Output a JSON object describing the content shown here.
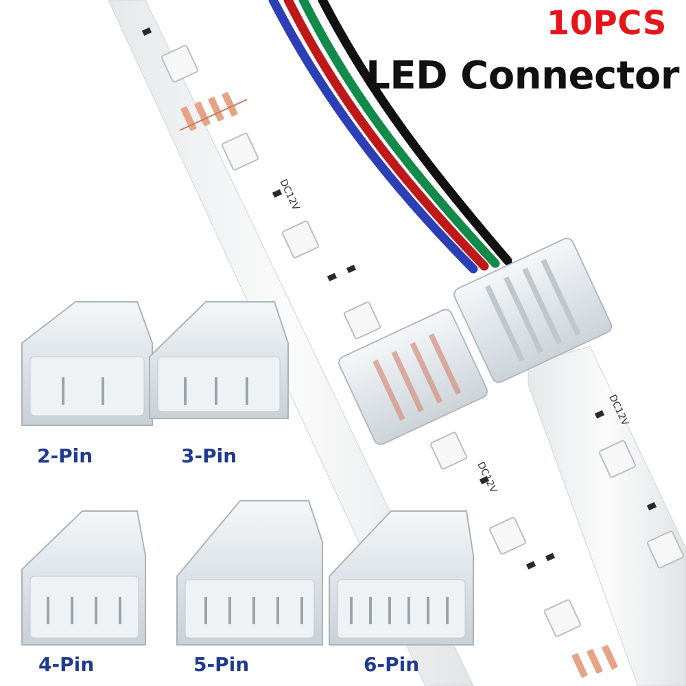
{
  "heading": {
    "count": "10PCS",
    "product": "LED Connector"
  },
  "strip_marking": {
    "voltage": "DC12V"
  },
  "wire_colors": [
    "#2c3fb5",
    "#c01818",
    "#128a4a",
    "#111111"
  ],
  "connectors": [
    {
      "label": "2-Pin",
      "pins": 2
    },
    {
      "label": "3-Pin",
      "pins": 3
    },
    {
      "label": "4-Pin",
      "pins": 4
    },
    {
      "label": "5-Pin",
      "pins": 5
    },
    {
      "label": "6-Pin",
      "pins": 6
    }
  ],
  "colors": {
    "count_text": "#e8141b",
    "heading_text": "#111111",
    "pin_label": "#1f3b8f",
    "copper_pad": "#e6a385"
  }
}
